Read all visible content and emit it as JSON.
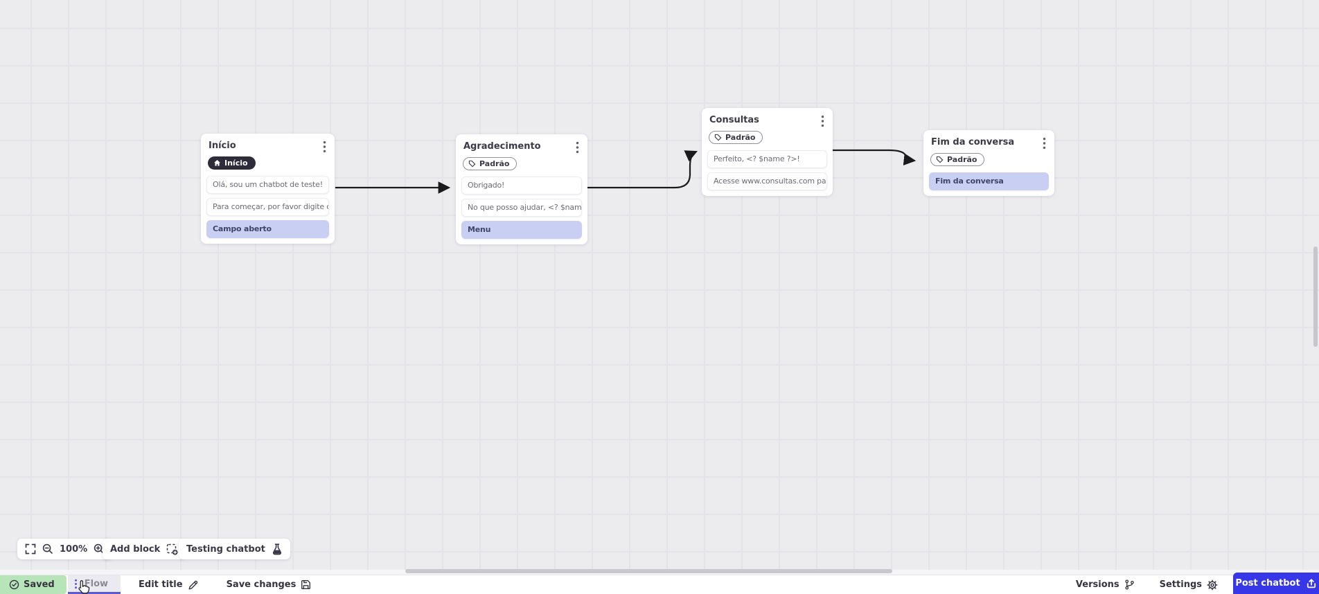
{
  "canvas": {
    "zoom_level": "100%",
    "nodes": [
      {
        "title": "Início",
        "badge": {
          "label": "Início",
          "style": "start"
        },
        "cards": [
          {
            "text": "Olá, sou um chatbot de teste!",
            "type": "message"
          },
          {
            "text": "Para começar, por favor digite o ...",
            "type": "message"
          },
          {
            "text": "Campo aberto",
            "type": "open-field"
          }
        ]
      },
      {
        "title": "Agradecimento",
        "badge": {
          "label": "Padrão",
          "style": "default"
        },
        "cards": [
          {
            "text": "Obrigado!",
            "type": "message"
          },
          {
            "text": "No que posso ajudar, <? $name ...",
            "type": "message"
          },
          {
            "text": "Menu",
            "type": "menu"
          }
        ]
      },
      {
        "title": "Consultas",
        "badge": {
          "label": "Padrão",
          "style": "default"
        },
        "cards": [
          {
            "text": "Perfeito, <? $name ?>!",
            "type": "message"
          },
          {
            "text": "Acesse www.consultas.com par...",
            "type": "message"
          }
        ]
      },
      {
        "title": "Fim da conversa",
        "badge": {
          "label": "Padrão",
          "style": "default"
        },
        "cards": [
          {
            "text": "Fim da conversa",
            "type": "end"
          }
        ]
      }
    ]
  },
  "toolbar": {
    "zoom_level": "100%",
    "add_block_label": "Add block",
    "testing_label": "Testing chatbot"
  },
  "bottombar": {
    "saved_label": "Saved",
    "flow_tab_label": "Flow",
    "edit_title_label": "Edit title",
    "save_changes_label": "Save changes",
    "versions_label": "Versions",
    "settings_label": "Settings",
    "post_chatbot_label": "Post chatbot"
  },
  "colors": {
    "accent_purple": "#5A5AD8",
    "post_blue": "#3737E8",
    "saved_green": "#B7E4B9",
    "card_highlight": "#C9CEF3",
    "start_badge_bg": "#2D2C38",
    "arrow": "#1A1A1A",
    "canvas_bg": "#ECEBEE"
  }
}
